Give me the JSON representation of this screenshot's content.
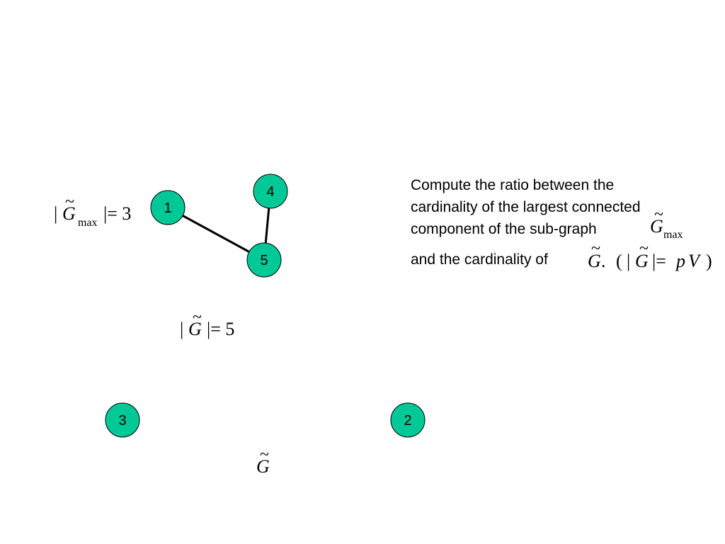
{
  "graph": {
    "nodes": [
      {
        "id": "1",
        "label": "1"
      },
      {
        "id": "2",
        "label": "2"
      },
      {
        "id": "3",
        "label": "3"
      },
      {
        "id": "4",
        "label": "4"
      },
      {
        "id": "5",
        "label": "5"
      }
    ],
    "edges": [
      {
        "from": "1",
        "to": "5"
      },
      {
        "from": "4",
        "to": "5"
      }
    ],
    "node_color": "#00c896"
  },
  "formulas": {
    "gmax_card": {
      "bar_open": "|",
      "symbol": "G",
      "subscript": "max",
      "rest": "|= 3"
    },
    "g_card": {
      "bar_open": "|",
      "symbol": "G",
      "rest": "|= 5"
    },
    "g_label": {
      "symbol": "G"
    }
  },
  "description": {
    "line1": "Compute  the ratio between the",
    "line2": "cardinality of the largest connected",
    "line3": "component of the sub-graph",
    "line3_symbol": "G",
    "line3_subscript": "max",
    "line4": "and the cardinality of",
    "line4_symbol": "G",
    "line4_dot": ".",
    "line4_paren_open": "(",
    "line4_bar": "|",
    "line4_symbol2": "G",
    "line4_eq": "|=",
    "line4_p": "p",
    "line4_v": "V",
    "line4_paren_close": ")",
    "tilde": "~"
  }
}
